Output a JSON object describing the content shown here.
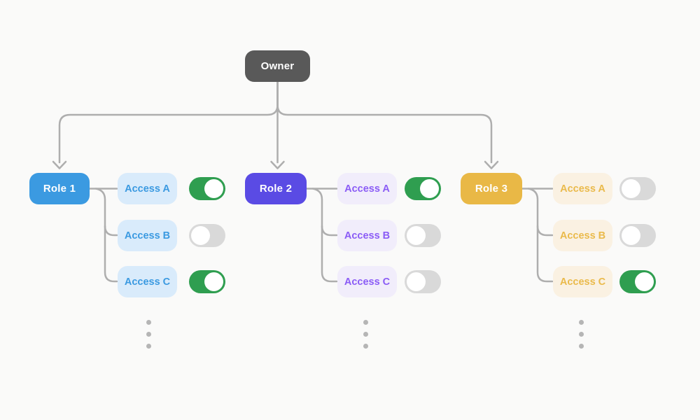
{
  "diagram": {
    "root": {
      "label": "Owner"
    },
    "roles": [
      {
        "label": "Role 1",
        "color": "#3b9ae1",
        "pill_bg": "#d9ebfb",
        "access": [
          {
            "label": "Access A",
            "state": "on"
          },
          {
            "label": "Access B",
            "state": "off"
          },
          {
            "label": "Access C",
            "state": "on"
          }
        ]
      },
      {
        "label": "Role 2",
        "color": "#5a4be4",
        "pill_bg": "#f1edfb",
        "access": [
          {
            "label": "Access A",
            "state": "on"
          },
          {
            "label": "Access B",
            "state": "off"
          },
          {
            "label": "Access C",
            "state": "off"
          }
        ]
      },
      {
        "label": "Role 3",
        "color": "#e9b846",
        "pill_bg": "#faf1e2",
        "access": [
          {
            "label": "Access A",
            "state": "off"
          },
          {
            "label": "Access B",
            "state": "off"
          },
          {
            "label": "Access C",
            "state": "on"
          }
        ]
      }
    ],
    "colors": {
      "owner_node": "#595959",
      "toggle_on": "#2f9e50",
      "toggle_off": "#d9d9d9",
      "connector": "#aeaeae",
      "background": "#fafaf9"
    }
  }
}
